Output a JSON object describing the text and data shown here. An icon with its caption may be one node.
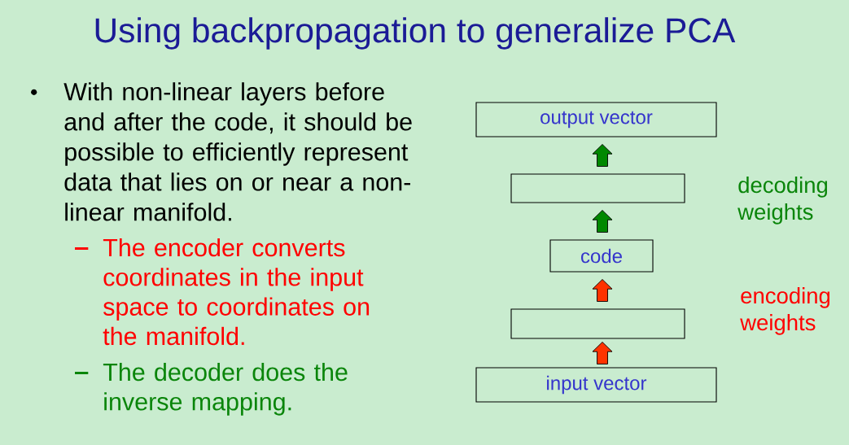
{
  "diagram": {
    "title": "Using backpropagation to generalize PCA",
    "nodes": [
      {
        "text": [
          "output vector"
        ]
      },
      {
        "text": [],
        "shape": "box"
      },
      {
        "text": [
          "code"
        ]
      },
      {
        "text": [],
        "shape": "box"
      },
      {
        "text": [
          "input vector"
        ]
      }
    ],
    "edges": [
      {
        "from": 4,
        "to": 3,
        "arrow": "to",
        "color": "#ff3300"
      },
      {
        "from": 3,
        "to": 2,
        "arrow": "to",
        "color": "#ff3300"
      },
      {
        "from": 2,
        "to": 1,
        "arrow": "to",
        "color": "#008800"
      },
      {
        "from": 1,
        "to": 0,
        "arrow": "to",
        "color": "#008800"
      }
    ],
    "labels": [
      "With non-linear layers before and after the code, it should be possible to efficiently represent data that lies on or near a non-linear manifold.",
      "The encoder converts coordinates in the input space to coordinates on the manifold.",
      "The decoder does the inverse mapping.",
      "decoding weights",
      "encoding weights"
    ]
  }
}
